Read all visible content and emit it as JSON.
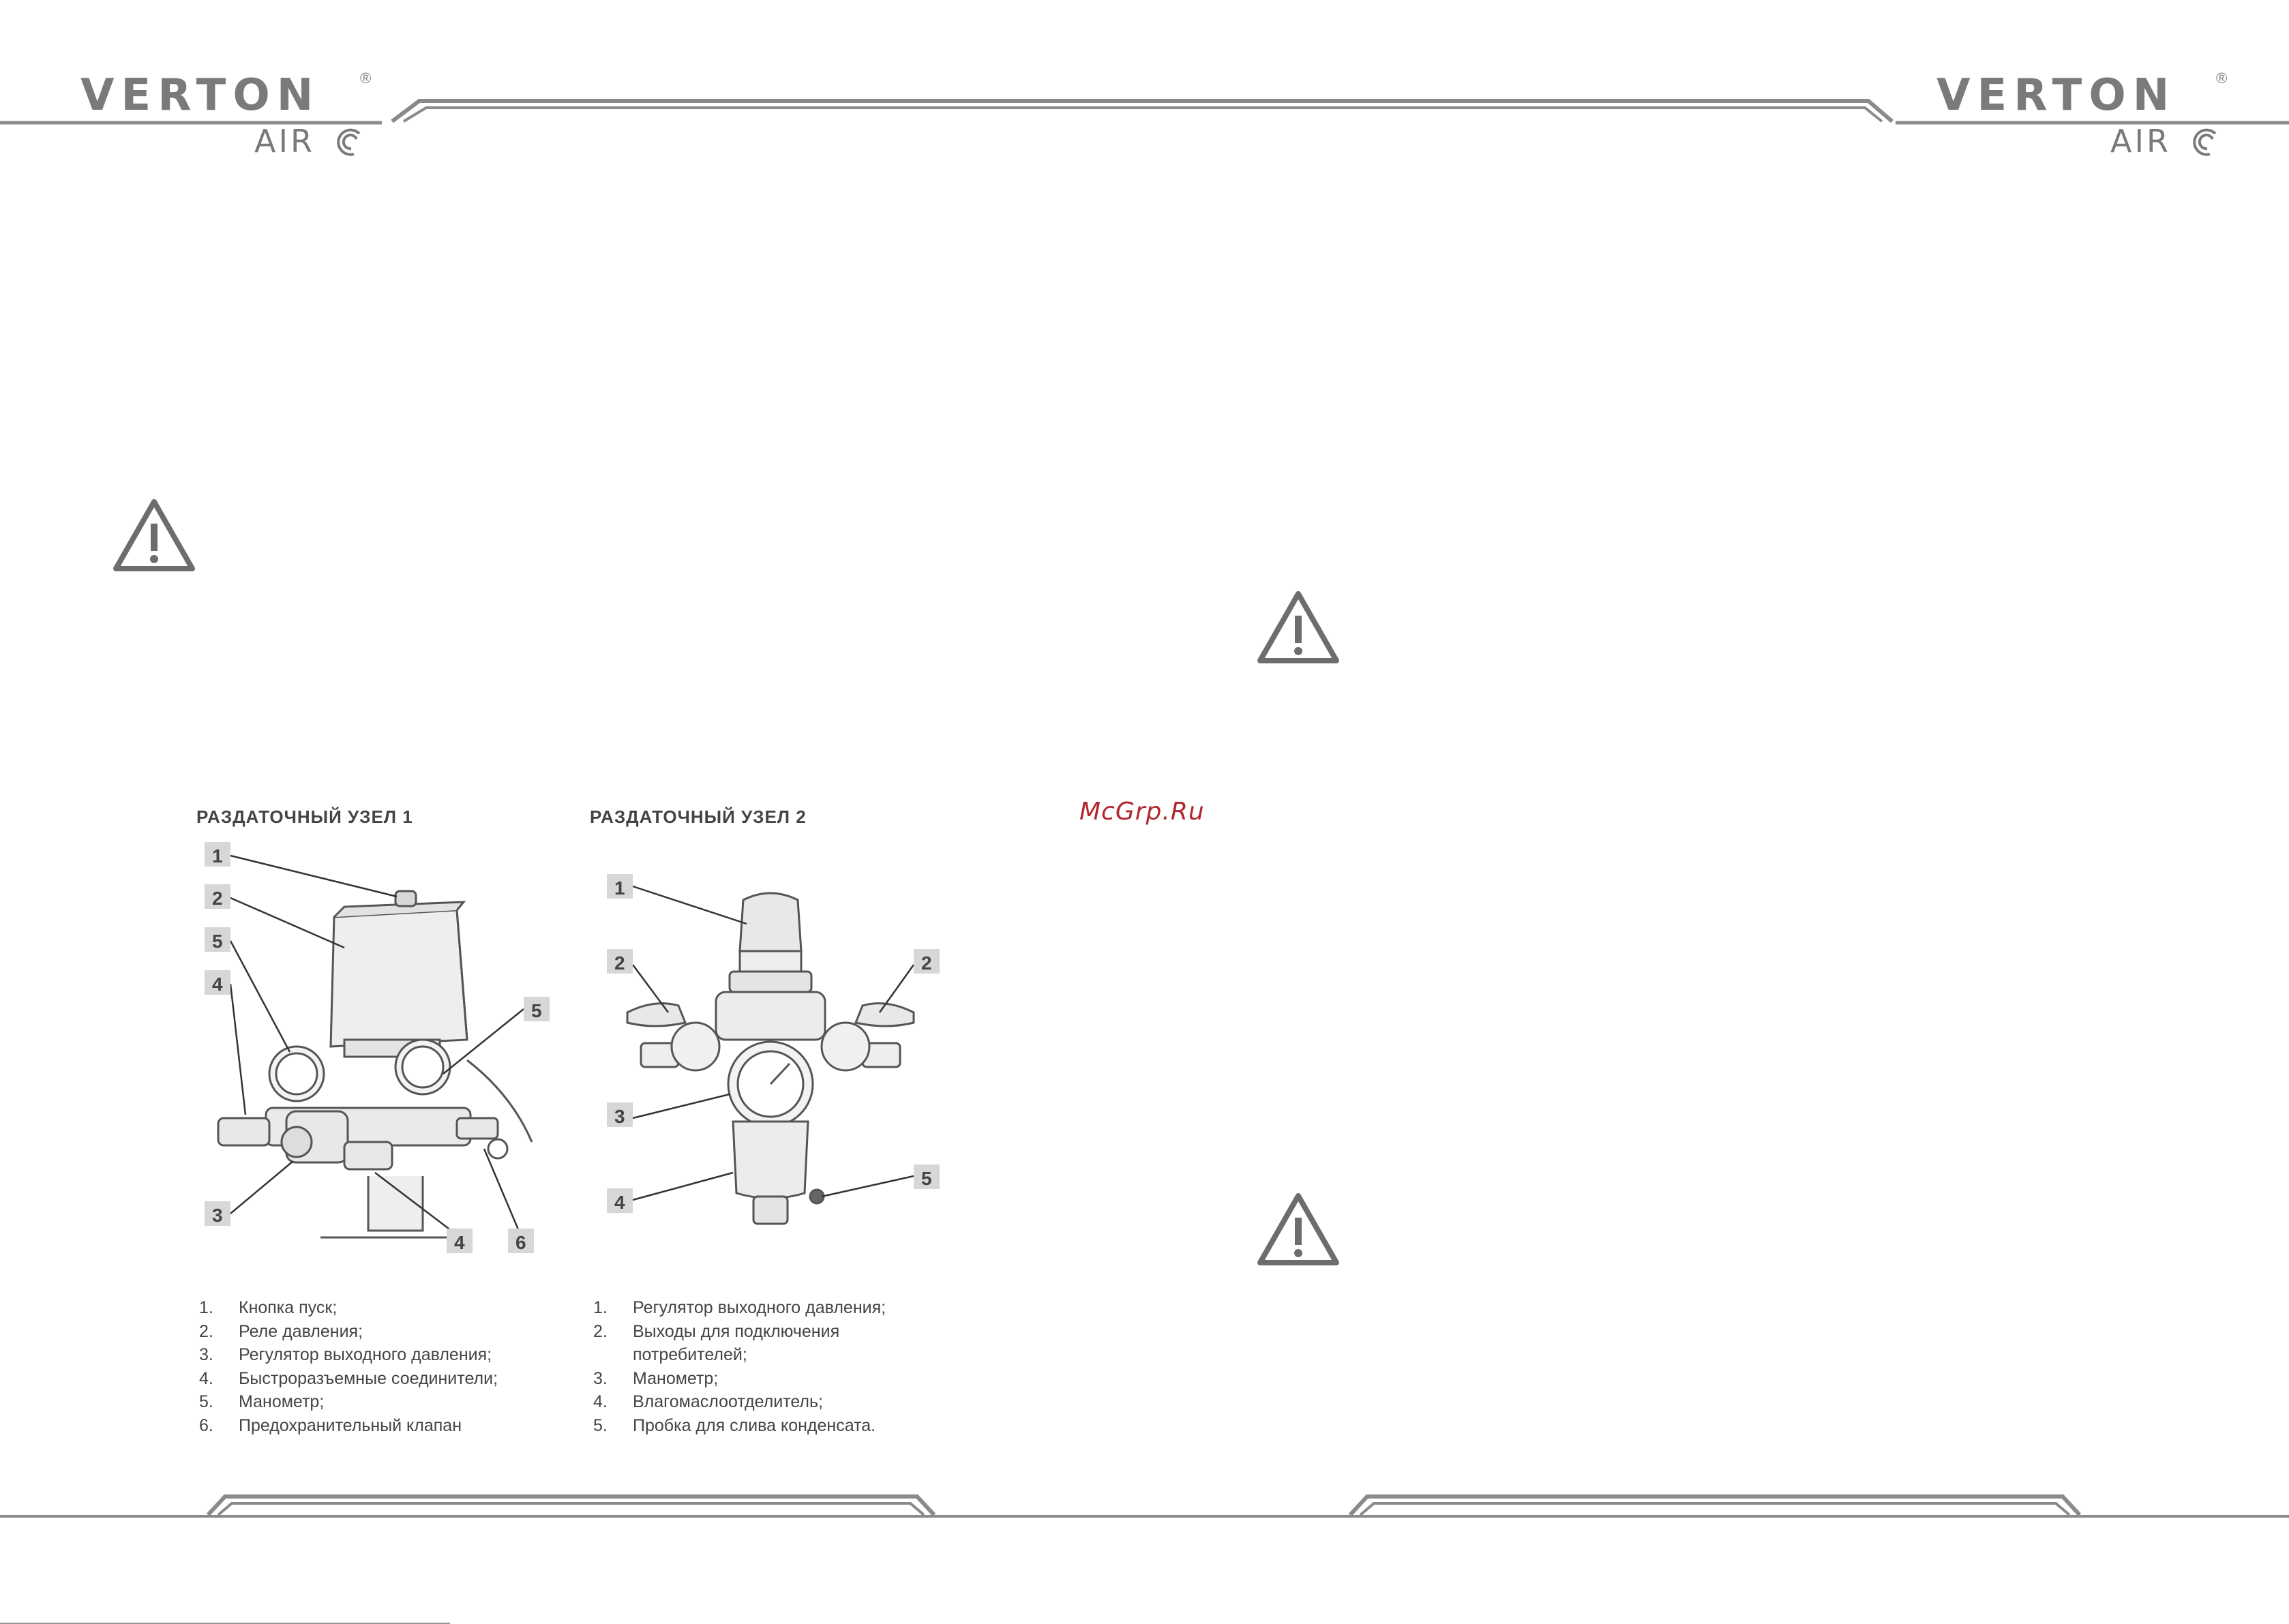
{
  "header": {
    "brand_name": "VERTON",
    "brand_registered": "®",
    "brand_sub": "AIR"
  },
  "diagram1": {
    "title": "РАЗДАТОЧНЫЙ УЗЕЛ 1",
    "legend": [
      {
        "n": "1.",
        "text": "Кнопка пуск;"
      },
      {
        "n": "2.",
        "text": "Реле давления;"
      },
      {
        "n": "3.",
        "text": "Регулятор выходного давления;"
      },
      {
        "n": "4.",
        "text": "Быстроразъемные соединители;"
      },
      {
        "n": "5.",
        "text": "Манометр;"
      },
      {
        "n": "6.",
        "text": "Предохранительный клапан"
      }
    ]
  },
  "diagram2": {
    "title": "РАЗДАТОЧНЫЙ УЗЕЛ 2",
    "legend": [
      {
        "n": "1.",
        "text": "Регулятор выходного давления;"
      },
      {
        "n": "2.",
        "text": "Выходы для подключения"
      },
      {
        "n": "",
        "text": "потребителей;"
      },
      {
        "n": "3.",
        "text": "Манометр;"
      },
      {
        "n": "4.",
        "text": "Влагомаслоотделитель;"
      },
      {
        "n": "5.",
        "text": "Пробка для слива конденсата."
      }
    ]
  },
  "callouts": {
    "c1": "1",
    "c2": "2",
    "c3": "3",
    "c4": "4",
    "c5": "5",
    "c6": "6"
  },
  "watermark": "McGrp.Ru",
  "colors": {
    "frame": "#8a8a8a",
    "label_bg": "#d7d7d7",
    "watermark": "#b0272d"
  },
  "icons": [
    "warning-icon"
  ]
}
